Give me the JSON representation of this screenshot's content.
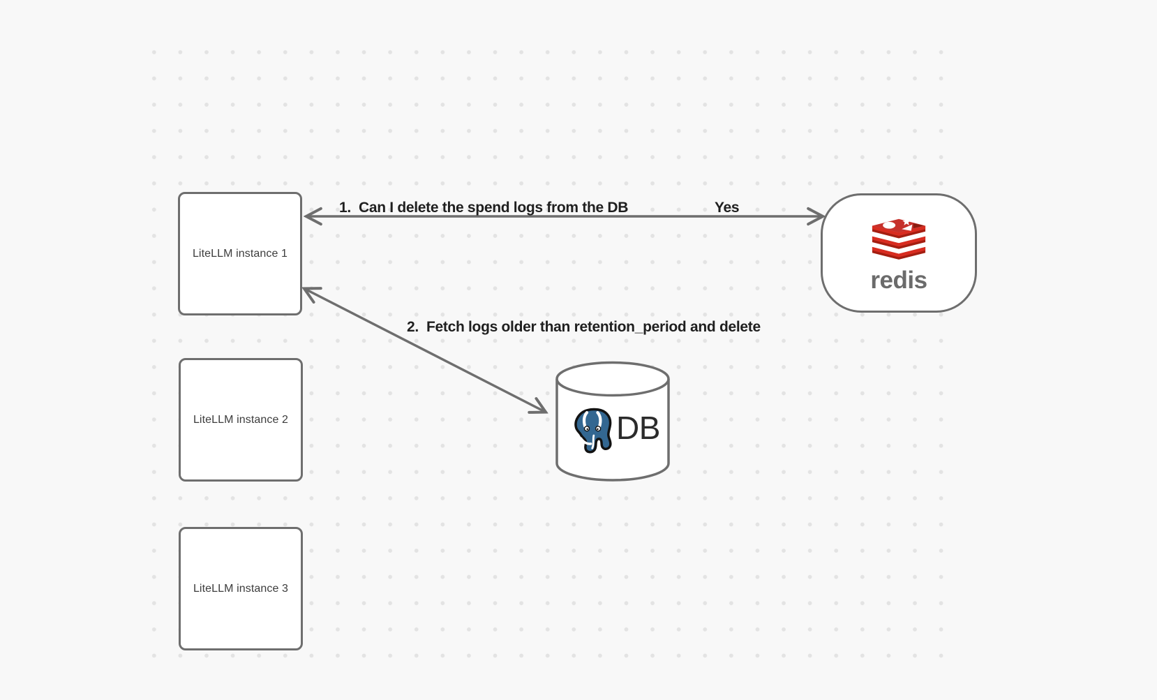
{
  "diagram": {
    "nodes": {
      "litellm1": {
        "label": "LiteLLM instance 1"
      },
      "litellm2": {
        "label": "LiteLLM instance 2"
      },
      "litellm3": {
        "label": "LiteLLM instance 3"
      },
      "redis": {
        "wordmark": "redis",
        "icon": "redis-stack-logo"
      },
      "db": {
        "label": "DB",
        "icon": "postgresql-elephant-logo"
      }
    },
    "edges": {
      "redis_query": {
        "label": "1.  Can I delete the spend logs from the DB",
        "response_label": "Yes",
        "arrows": "both"
      },
      "db_fetch": {
        "label": "2.  Fetch logs older than retention_period and delete",
        "arrows": "both"
      }
    },
    "colors": {
      "background": "#f8f8f8",
      "grid_dot": "#e3e3e3",
      "stroke_gray": "#6e6e6e",
      "label_text": "#1f1f1f",
      "node_text": "#3c3c3c",
      "db_text": "#2b2b2b",
      "redis_wordmark_gray": "#6b6b6b",
      "redis_red": "#D82C20",
      "redis_dark_red": "#A41E11",
      "redis_top_face": "#C6302B",
      "postgres_blue": "#336791"
    }
  }
}
